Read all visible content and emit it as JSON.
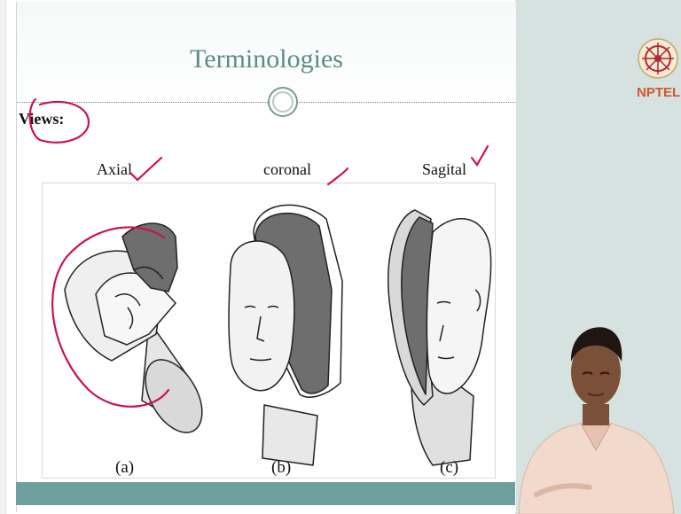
{
  "slide": {
    "title": "Terminologies",
    "section_label": "Views:",
    "view_labels": [
      "Axial",
      "coronal",
      "Sagital"
    ],
    "figure_labels": [
      "(a)",
      "(b)",
      "(c)"
    ]
  },
  "logo": {
    "text": "NPTEL",
    "color": "#d9532b"
  },
  "colors": {
    "title": "#5c8c86",
    "annotation_ink": "#d0104c",
    "right_panel": "#d6e2df",
    "bottom_band": "#6fa0a0"
  }
}
